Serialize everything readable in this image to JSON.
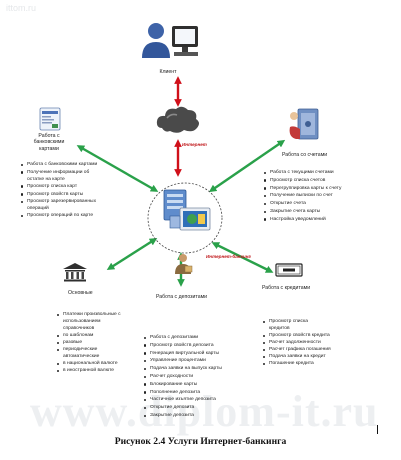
{
  "watermark": {
    "top": "ittom.ru",
    "bottom": "www.diplom-it.ru"
  },
  "nodes": {
    "client": "Клиент",
    "internet": "Интернет",
    "bank_cards": "Работа с банковскими картами",
    "accounts": "Работа со счетами",
    "internet_banking": "Интернет-банкинг",
    "basic": "Основные",
    "deposits": "Работа с депозитами",
    "credits": "Работа с кредитами"
  },
  "lists": {
    "bank_cards": [
      "Работа с банковскими картами",
      "Получение информации об остатке на карте",
      "Просмотр списка карт",
      "Просмотр свойств карты",
      "Просмотр зарезервированных операций",
      "Просмотр операций по карте"
    ],
    "accounts": [
      "Работа с текущими счетами",
      "Просмотр списка счетов",
      "Перегруппировка карты к счету",
      "Получение выписки по счет",
      "Открытие счета",
      "Закрытие счета        карты",
      "Настройка уведомлений"
    ],
    "basic": [
      "Платежи произвольные с использованием справочников",
      "по шаблонам",
      "разовые",
      "периодические автоматические",
      "в национальной валюте",
      "в иностранной валюте"
    ],
    "deposits": [
      "Работа с депозитами",
      "Просмотр свойств депозита",
      "Генерация виртуальной карты",
      "Управление процентами",
      "Подача заявки на выпуск карты",
      "Расчет доходности",
      "Блокирование карты",
      "Пополнение депозита",
      "Частичное изъятие депозита",
      "Открытие депозита",
      "Закрытие депозита"
    ],
    "credits": [
      "Просмотр списка кредитов",
      "Просмотр свойств кредита",
      "Расчет задолженности",
      "Расчет графика погашения",
      "Подача заявки на кредит",
      "Погашение кредита"
    ]
  },
  "caption": "Рисунок 2.4 Услуги Интернет-банкинга",
  "colors": {
    "green_arrow": "#2aa14a",
    "red_arrow": "#d0101a"
  }
}
